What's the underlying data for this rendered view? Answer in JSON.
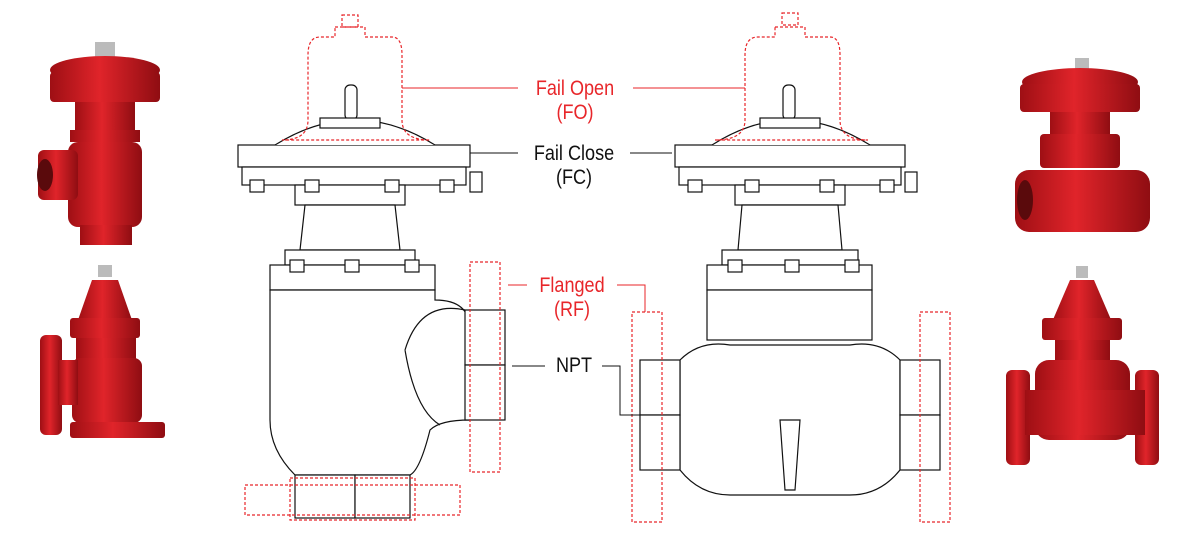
{
  "labels": {
    "fail_open": "Fail Open",
    "fail_open_abbr": "(FO)",
    "fail_close": "Fail Close",
    "fail_close_abbr": "(FC)",
    "flanged": "Flanged",
    "flanged_abbr": "(RF)",
    "npt": "NPT"
  },
  "colors": {
    "accent_red": "#e8262a",
    "line_black": "#111111",
    "valve_red": "#d71920"
  }
}
